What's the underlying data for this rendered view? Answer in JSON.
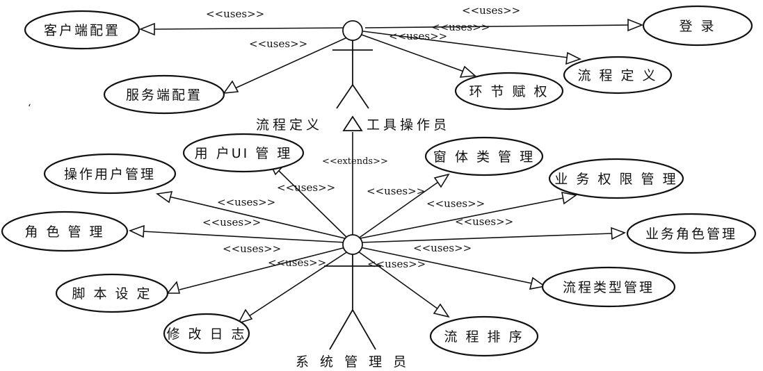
{
  "actors": {
    "top": "流程定义",
    "top_suffix": "工具操作员",
    "bottom": "系 统 管 理 员"
  },
  "top_use_cases": {
    "client_config": "客户端配置",
    "server_config": "服务端配置",
    "link_auth": "环 节 赋 权",
    "flow_def": "流 程 定 义",
    "login": "登 录"
  },
  "bottom_use_cases": {
    "user_ui": "用 户UI 管 理",
    "window_class": "窗 体 类 管 理",
    "op_user": "操作用户管理",
    "biz_perm": "业 务 权 限 管 理",
    "role": "角 色 管 理",
    "biz_role": "业务角色管理",
    "script": "脚 本 设 定",
    "flow_type": "流程类型管理",
    "modify_log": "修 改 日 志",
    "flow_sort": "流 程 排 序"
  },
  "stereotypes": {
    "uses": "<<uses>>",
    "extends": "<<extends>>"
  }
}
